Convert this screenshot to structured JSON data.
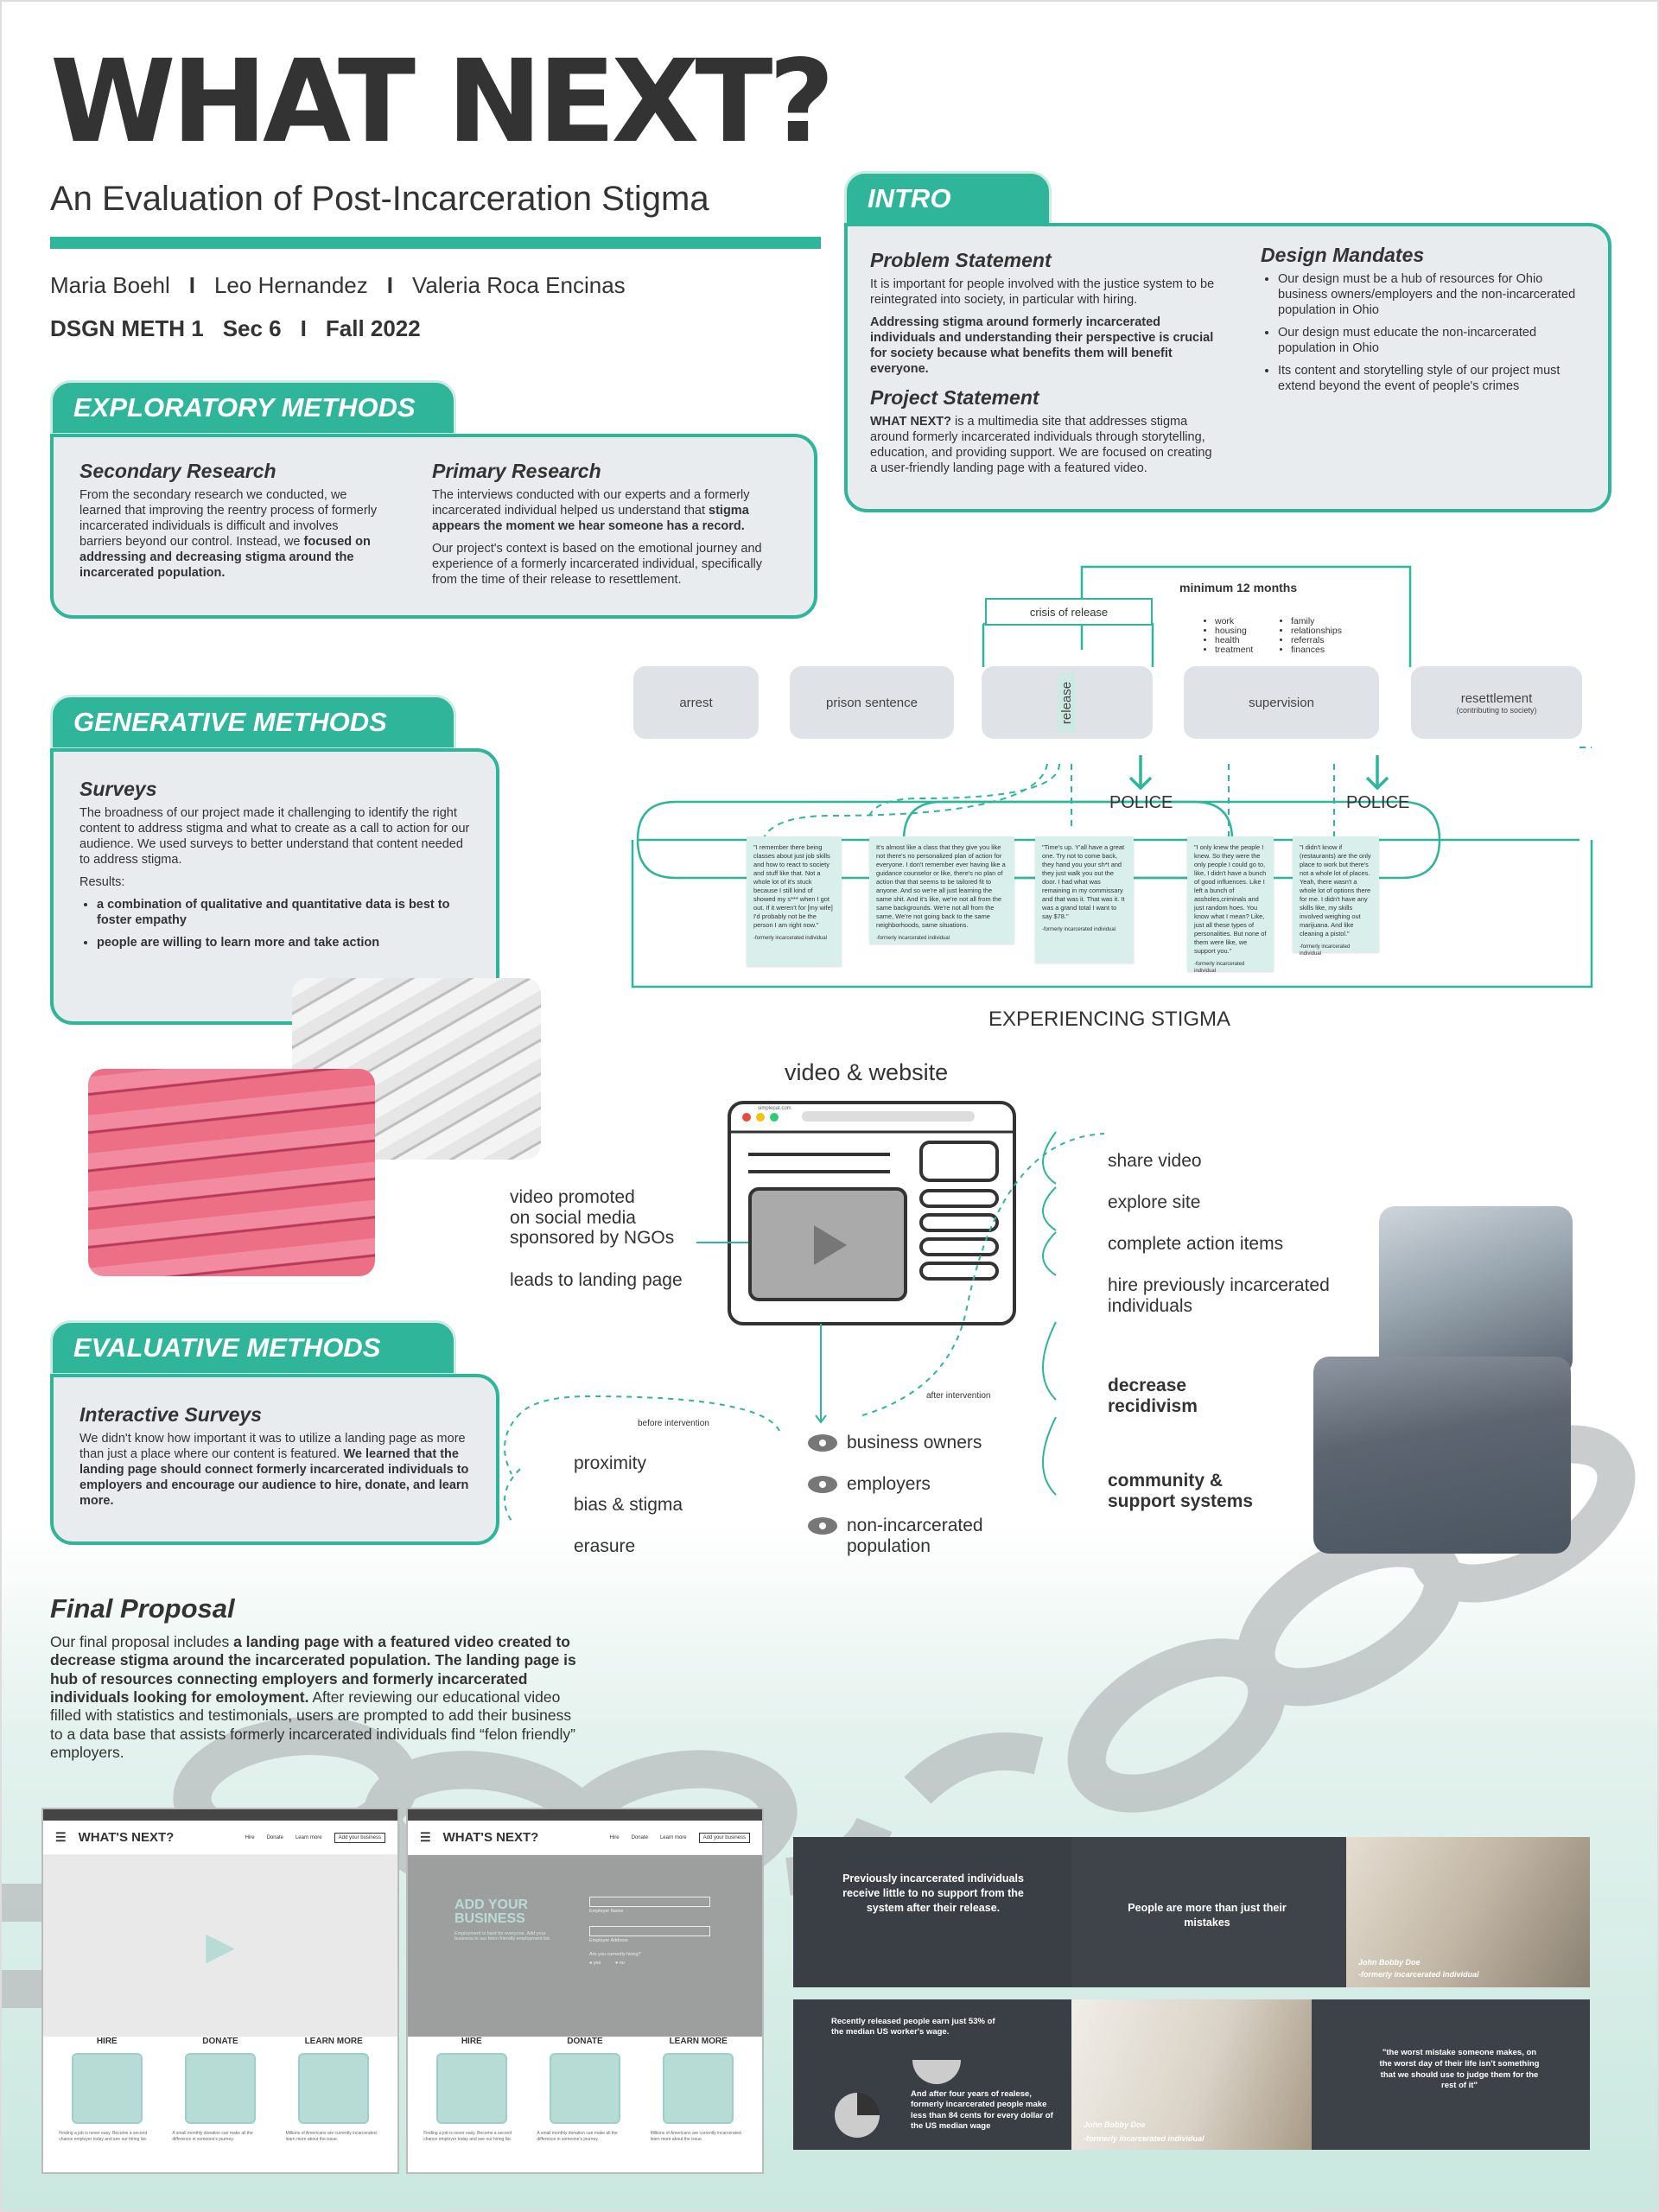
{
  "header": {
    "title": "WHAT NEXT?",
    "subtitle": "An Evaluation of Post-Incarceration Stigma",
    "authors": [
      "Maria Boehl",
      "Leo Hernandez",
      "Valeria Roca Encinas"
    ],
    "separator": "I",
    "course": [
      "DSGN METH 1",
      "Sec 6",
      "Fall 2022"
    ]
  },
  "intro": {
    "tab": "INTRO",
    "problem_title": "Problem Statement",
    "problem_p1": "It is important for people involved with the justice system to be reintegrated into society, in particular with hiring.",
    "problem_p2": "Addressing stigma around formerly incarcerated individuals and understanding their perspective is crucial for society because what benefits them will benefit everyone.",
    "project_title": "Project Statement",
    "project_lead": "WHAT NEXT?",
    "project_p": " is a multimedia site that addresses stigma around formerly incarcerated individuals through storytelling, education, and providing support. We are focused on creating a user-friendly landing page with a featured video.",
    "mandates_title": "Design Mandates",
    "mandates": [
      "Our design must be a hub of resources for Ohio business owners/employers and the non-incarcerated population in Ohio",
      "Our design must educate the non-incarcerated population in Ohio",
      "Its content and storytelling style of our project must extend beyond the event of people's crimes"
    ]
  },
  "exploratory": {
    "tab": "EXPLORATORY METHODS",
    "secondary_title": "Secondary Research",
    "secondary_p": "From the secondary research we conducted, we learned that improving the reentry process of formerly incarcerated individuals is difficult and involves barriers beyond our control. Instead, we ",
    "secondary_bold": "focused on addressing and decreasing stigma around the incarcerated population.",
    "primary_title": "Primary Research",
    "primary_p1": "The interviews conducted with our experts and a formerly incarcerated individual helped us understand that ",
    "primary_bold": "stigma appears the moment we hear someone has a record.",
    "primary_p2": "Our project's context is based on the emotional journey and experience of a formerly incarcerated individual, specifically from the time of their release to resettlement."
  },
  "generative": {
    "tab": "GENERATIVE METHODS",
    "title": "Surveys",
    "p": "The broadness of our project made it challenging to identify the right content to address stigma and what to create as a call to action for our audience. We used surveys to better understand that content needed to address stigma.",
    "results_label": "Results:",
    "results": [
      "a combination of qualitative and quantitative data is best to foster empathy",
      "people are willing to learn more and take action"
    ]
  },
  "evaluative": {
    "tab": "EVALUATIVE METHODS",
    "title": "Interactive Surveys",
    "p": "We didn't know how important it was to utilize a landing page as more than just a place where our content is featured. ",
    "bold": "We learned that the landing page should connect formerly incarcerated individuals to employers and encourage our audience to hire, donate, and learn more."
  },
  "journey": {
    "stages": [
      "arrest",
      "prison sentence",
      "release",
      "supervision",
      "resettlement"
    ],
    "resettlement_note": "(contributing to society)",
    "crisis": "crisis of release",
    "minimum": "minimum 12 months",
    "needs_a": [
      "work",
      "housing",
      "health",
      "treatment"
    ],
    "needs_b": [
      "family",
      "relationships",
      "referrals",
      "finances"
    ],
    "police": "POLICE",
    "caption": "EXPERIENCING STIGMA",
    "quotes": [
      {
        "text": "\"I remember there being classes about just job skills and how to react to society and stuff like that. Not a whole lot of it's stuck because I still kind of showed my s*** when I got out. If it weren't for [my wife] I'd probably not be the person I am right now.\"",
        "src": "-formerly incarcerated individual"
      },
      {
        "text": "It's almost like a class that they give you like not there's no personalized plan of action for everyone. I don't remember ever having like a guidance counselor or like, there's no plan of action that that seems to be tailored fit to anyone. And so we're all just learning the same shit. And it's like, we're not all from the same backgrounds. We're not all from the same, We're not going back to the same neighborhoods, same situations.",
        "src": "-formerly incarcerated individual"
      },
      {
        "text": "\"Time's up. Y'all have a great one. Try not to come back, they hand you your sh*t and they just walk you out the door. I had what was remaining in my commissary and that was it. That was it. It was a grand total I want to say $78.\"",
        "src": "-formerly incarcerated individual"
      },
      {
        "text": "\"I only knew the people I knew. So they were the only people I could go to, like, I didn't have a bunch of good influences. Like I left a bunch of assholes,criminals and just random hoes. You know what I mean? Like, just all these types of personalities. But none of them were like, we support you.\"",
        "src": "-formerly incarcerated individual"
      },
      {
        "text": "\"I didn't know if (restaurants) are the only place to work but there's not a whole lot of places. Yeah, there wasn't a whole lot of options there for me. I didn't have any skills like, my skills involved weighing out marijuana. And like cleaning a pistol.\"",
        "src": "-formerly incarcerated individual"
      }
    ]
  },
  "flow": {
    "title": "video & website",
    "url": "simplepat.com",
    "left": [
      "video promoted",
      "on social media",
      "sponsored by NGOs"
    ],
    "left2": "leads to landing page",
    "before": "before intervention",
    "after": "after intervention",
    "audience": [
      "business owners",
      "employers",
      "non-incarcerated population"
    ],
    "harms": [
      "proximity",
      "bias & stigma",
      "erasure"
    ],
    "actions": [
      "share video",
      "explore site",
      "complete action items",
      "hire previously incarcerated individuals"
    ],
    "outcomes": [
      "decrease recidivism",
      "community & support systems"
    ]
  },
  "proposal": {
    "title": "Final Proposal",
    "p1": "Our final proposal includes ",
    "b1": "a landing page with a featured video created to decrease stigma around the incarcerated population. The landing page is hub of resources connecting employers and formerly incarcerated individuals looking for emoloyment.",
    "p2": " After reviewing our educational video filled with statistics and testimonials, users are prompted to add their business to a data base that assists formerly incarcerated individuals find “felon friendly” employers."
  },
  "mockups": {
    "brand": "WHAT'S NEXT?",
    "nav": [
      "Hire",
      "Donate",
      "Learn more"
    ],
    "nav_cta": "Add your business",
    "cols": [
      "HIRE",
      "DONATE",
      "LEARN MORE"
    ],
    "add_title": "ADD YOUR BUSINESS",
    "add_sub": "Employment is hard for everyone. Add your business to our felon friendly employment list.",
    "field1": "Employer Name",
    "field2": "Employer Address",
    "question": "Are you currently hiring?",
    "opt_yes": "yes",
    "opt_no": "no",
    "col_text": [
      "Finding a job is never easy. Become a second chance employer today and see our hiring list.",
      "A small monthly donation can make all the difference in someone's journey.",
      "Millions of Americans are currently incarcerated. learn more about the issue."
    ]
  },
  "video_frames": {
    "f1": "Previously incarcerated individuals receive little to no support from the system after their release.",
    "f2": "People are more than just their mistakes",
    "f3_name": "John Bobby Doe",
    "f3_role": "-formerly incarcerated individual",
    "f4a": "Recently released people earn just 53% of the median US worker's wage.",
    "f4b": "And after four years of realese, formerly incarcerated people make less than 84 cents for every dollar of the US median wage",
    "f5_name": "John Bobby Doe",
    "f5_role": "-formerly incarcerated individual",
    "f6": "\"the worst mistake someone makes, on the worst day of their life isn't something that we should use to judge them for the rest of it\""
  },
  "colors": {
    "teal": "#2fb59a",
    "card": "#e9ecef",
    "dark": "#333333",
    "quote_bg": "#d8efec"
  }
}
